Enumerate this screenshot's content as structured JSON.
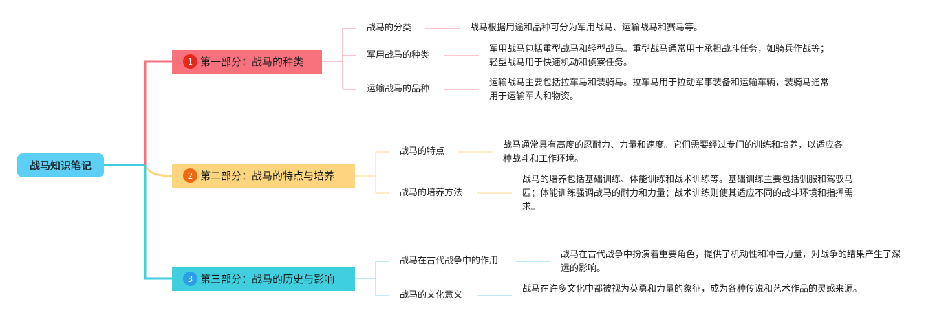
{
  "root": {
    "label": "战马知识笔记",
    "color": "#5ccff5"
  },
  "sections": [
    {
      "number": "1",
      "label": "第一部分：战马的种类",
      "color": "#f8717d",
      "badge_color": "#e8261a",
      "line_color": "#f8b4bb",
      "items": [
        {
          "label": "战马的分类",
          "detail": "战马根据用途和品种可分为军用战马、运输战马和赛马等。"
        },
        {
          "label": "军用战马的种类",
          "detail": "军用战马包括重型战马和轻型战马。重型战马通常用于承担战斗任务，如骑兵作战等；轻型战马用于快速机动和侦察任务。"
        },
        {
          "label": "运输战马的品种",
          "detail": "运输战马主要包括拉车马和装骑马。拉车马用于拉动军事装备和运输车辆，装骑马通常用于运输军人和物资。"
        }
      ]
    },
    {
      "number": "2",
      "label": "第二部分：战马的特点与培养",
      "color": "#fdd57e",
      "badge_color": "#ec6a13",
      "line_color": "#fbe6b3",
      "items": [
        {
          "label": "战马的特点",
          "detail": "战马通常具有高度的忍耐力、力量和速度。它们需要经过专门的训练和培养，以适应各种战斗和工作环境。"
        },
        {
          "label": "战马的培养方法",
          "detail": "战马的培养包括基础训练、体能训练和战术训练等。基础训练主要包括驯服和驾驭马匹；体能训练强调战马的耐力和力量；战术训练则使其适应不同的战斗环境和指挥需求。"
        }
      ]
    },
    {
      "number": "3",
      "label": "第三部分：战马的历史与影响",
      "color": "#3fcfdf",
      "badge_color": "#2a9ee8",
      "line_color": "#a9e6ee",
      "items": [
        {
          "label": "战马在古代战争中的作用",
          "detail": "战马在古代战争中扮演着重要角色，提供了机动性和冲击力量，对战争的结果产生了深远的影响。"
        },
        {
          "label": "战马的文化意义",
          "detail": "战马在许多文化中都被视为英勇和力量的象征，成为各种传说和艺术作品的灵感来源。"
        }
      ]
    }
  ]
}
